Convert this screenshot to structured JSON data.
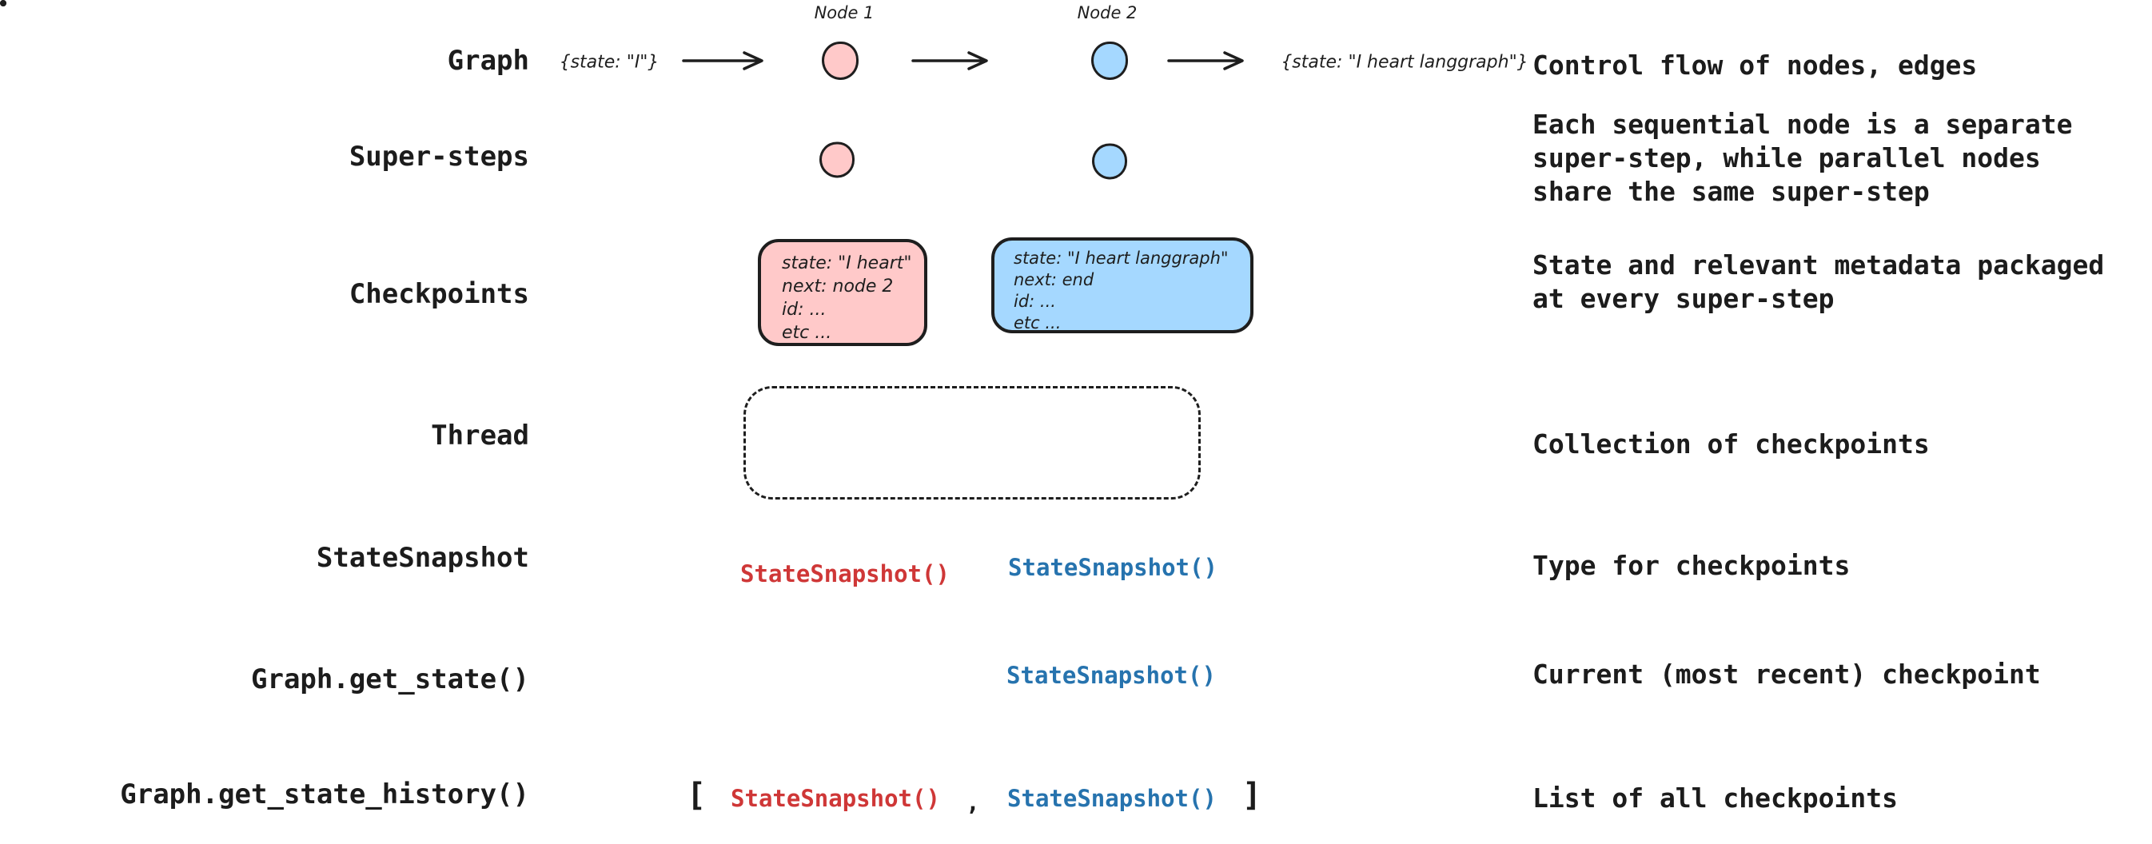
{
  "colors": {
    "node_pink": "#ffc9c9",
    "node_blue": "#a5d8ff",
    "outline": "#1e1e1e",
    "text_dark": "#1c1c1c",
    "code_red": "#cf3737",
    "code_blue": "#2673ae",
    "background": "#ffffff"
  },
  "rows": [
    {
      "label": "Graph",
      "description": "Control flow of nodes, edges"
    },
    {
      "label": "Super-steps",
      "description": "Each sequential node is a separate super-step, while parallel nodes share the same super-step"
    },
    {
      "label": "Checkpoints",
      "description": "State and relevant metadata packaged at every super-step"
    },
    {
      "label": "Thread",
      "description": "Collection of checkpoints"
    },
    {
      "label": "StateSnapshot",
      "description": "Type for checkpoints"
    },
    {
      "label": "Graph.get_state()",
      "description": "Current (most recent) checkpoint"
    },
    {
      "label": "Graph.get_state_history()",
      "description": "List of all checkpoints"
    }
  ],
  "graph_flow": {
    "input_annotation": "{state: \"I\"}",
    "node1_label": "Node 1",
    "node2_label": "Node 2",
    "output_annotation": "{state: \"I heart langgraph\"}"
  },
  "checkpoint_cards": {
    "pink": [
      "state: \"I heart\"",
      "next: node 2",
      "id: ...",
      "etc ..."
    ],
    "blue": [
      "state: \"I heart langgraph\"",
      "next: end",
      "id: ...",
      "etc ..."
    ]
  },
  "snapshot_label": "StateSnapshot()",
  "history_row": {
    "open_bracket": "[",
    "comma": ",",
    "close_bracket": "]"
  }
}
